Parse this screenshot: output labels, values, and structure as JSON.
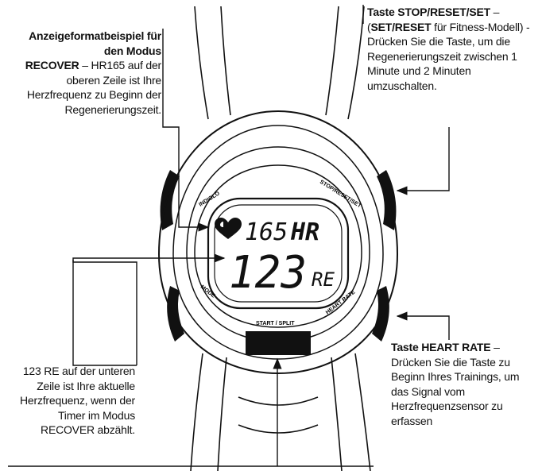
{
  "callouts": {
    "top_left": {
      "title": "Anzeigeformatbeispiel für den Modus",
      "mode": "RECOVER",
      "text": " – HR165 auf der oberen Zeile ist Ihre Herzfrequenz zu Beginn der Regenerierungszeit."
    },
    "top_right": {
      "title": "Taste STOP/RESET/SET",
      "dash": " –",
      "paren_open": "(",
      "bold_label": "SET/RESET",
      "text": " für Fitness-Modell) - Drücken Sie die Taste, um die Regenerierungszeit zwischen 1 Minute und 2 Minuten umzuschalten."
    },
    "bottom_left": {
      "text": "123 RE auf der unteren Zeile ist Ihre aktuelle Herzfrequenz, wenn der Timer im Modus RECOVER abzählt."
    },
    "bottom_right": {
      "title": "Taste HEART RATE",
      "dash": " –",
      "text": "Drücken Sie die Taste zu Beginn Ihres Trainings, um das Signal vom Herzfrequenzsensor zu erfassen"
    }
  },
  "watch": {
    "display_top_value": "165",
    "display_top_unit": "HR",
    "display_bottom_value": "123",
    "display_bottom_unit": "RE",
    "bezel_label_top_left": "INDIGLO",
    "bezel_label_top_right": "STOP/RESET/SET",
    "bezel_label_bottom_left": "MODE",
    "bezel_label_bottom_right": "HEART RATE",
    "bezel_label_bottom": "START / SPLIT"
  },
  "colors": {
    "ink": "#111111",
    "background": "#ffffff"
  }
}
